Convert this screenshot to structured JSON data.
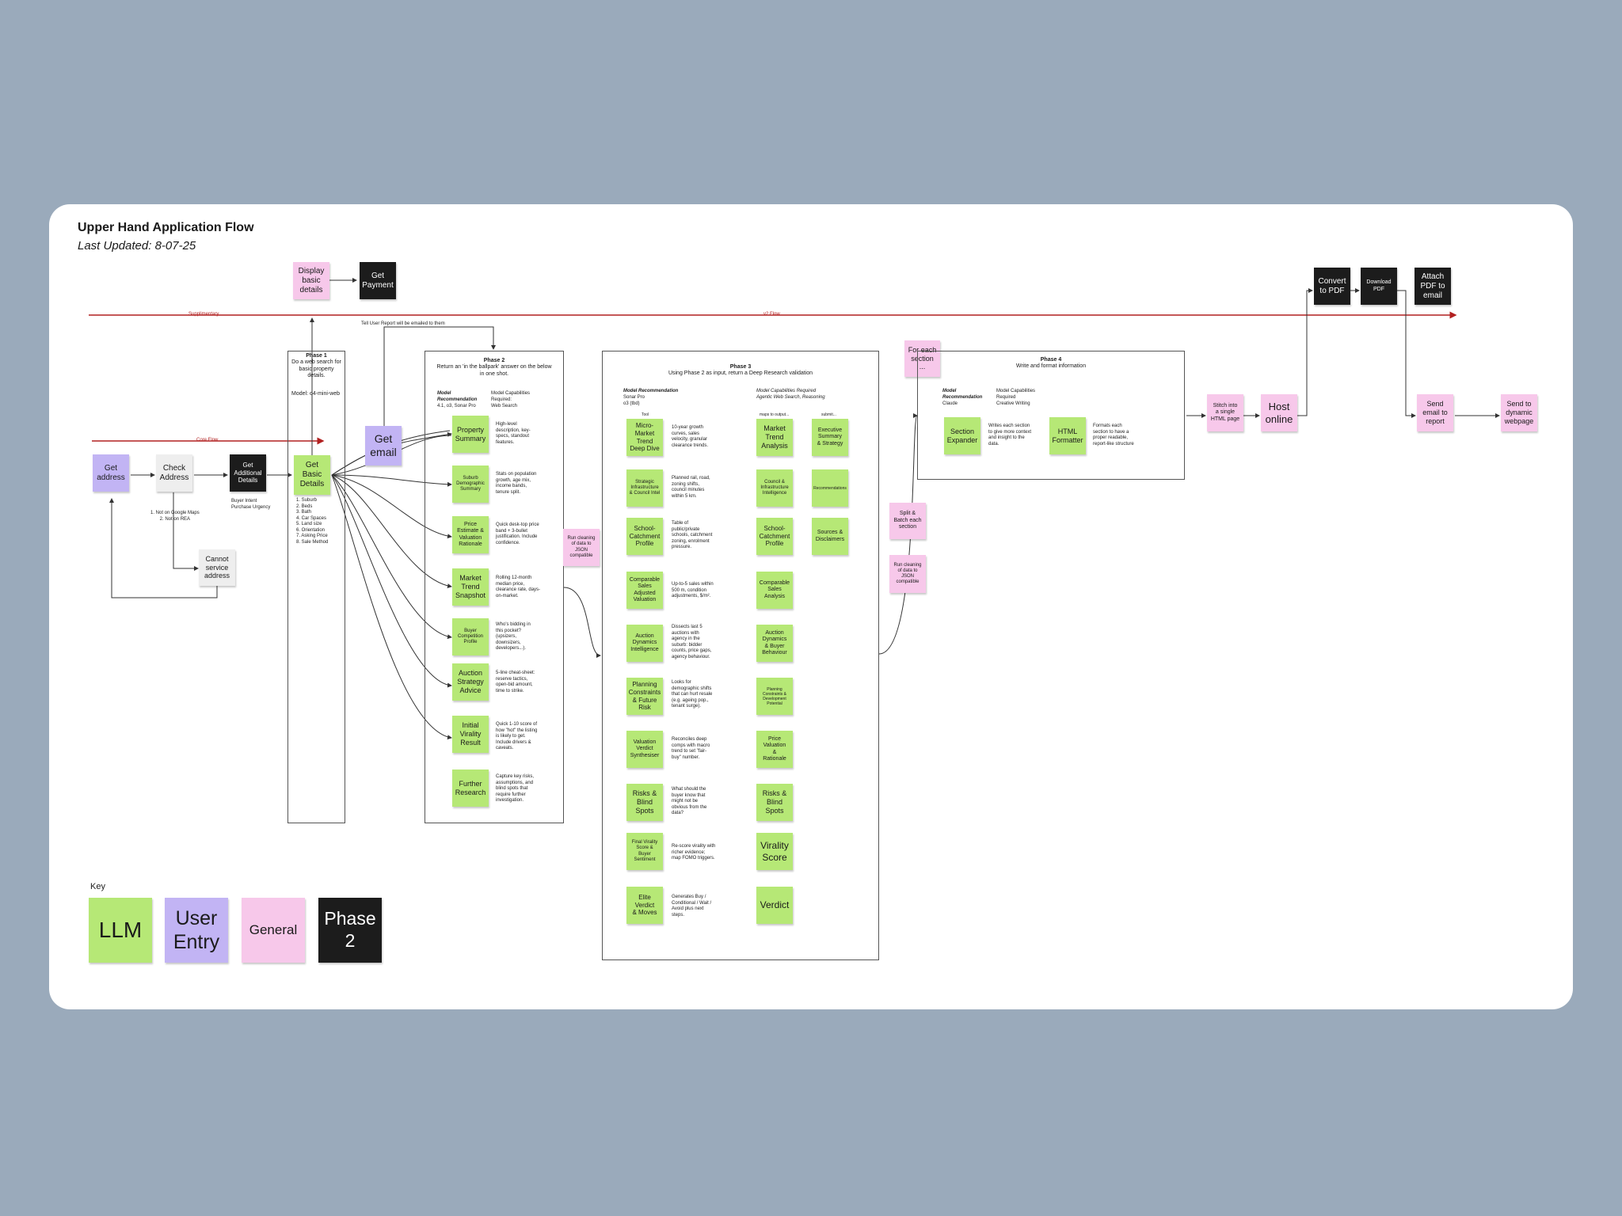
{
  "title": "Upper Hand Application Flow",
  "subtitle": "Last Updated: 8-07-25",
  "flows": {
    "supplementary": "Supplimentary",
    "v2": "v2 Flow",
    "core": "Core Flow",
    "email_note": "Tell User Report will be emailed to them"
  },
  "nodes": {
    "get_address": "Get\naddress",
    "check_address": "Check\nAddress",
    "get_additional_details": "Get\nAdditional\nDetails",
    "buyer_intent": "Buyer Intent\nPurchase Urgency",
    "check_notes": "1. Not on Google Maps\n2. Not on REA",
    "cannot_service": "Cannot\nservice\naddress",
    "get_basic_details": "Get\nBasic\nDetails",
    "basic_details_list": "1. Suburb\n2. Beds\n3. Bath\n4. Car Spaces\n5. Land size\n6. Orientation\n7. Asking Price\n8. Sale Method",
    "display_basic_details": "Display\nbasic\ndetails",
    "get_payment": "Get\nPayment",
    "get_email": "Get\nemail",
    "run_cleaning_1": "Run cleaning\nof data to\nJSON\ncompatible",
    "for_each_section": "For each\nsection\n...",
    "split_batch": "Split &\nBatch each\nsection",
    "run_cleaning_2": "Run cleaning\nof data to\nJSON\ncompatible",
    "stitch": "Stitch into\na single\nHTML page",
    "host_online": "Host\nonline",
    "convert_pdf": "Convert\nto PDF",
    "download_pdf": "Download\nPDF",
    "attach_pdf": "Attach\nPDF to\nemail",
    "send_email": "Send\nemail to\nreport",
    "send_dynamic": "Send to\ndynamic\nwebpage"
  },
  "phase1": {
    "title": "Phase 1",
    "desc": "Do a web search for\nbasic property\ndetails.",
    "model": "Model: o4-mini-web"
  },
  "phase2": {
    "title": "Phase 2",
    "desc": "Return an 'in the ballpark' answer on the below\nin one shot.",
    "model_rec_label": "Model\nRecommendation",
    "model_rec": "4.1, o3, Sonar Pro",
    "caps_label": "Model Capabilities\nRequired:",
    "caps": "Web Search",
    "items": [
      {
        "label": "Property\nSummary",
        "desc": "High-level\ndescription, key-\nspecs, standout\nfeatures."
      },
      {
        "label": "Suburb\nDemographic\nSummary",
        "desc": "Stats on population\ngrowth, age mix,\nincome bands,\ntenure split."
      },
      {
        "label": "Price\nEstimate &\nValuation\nRationale",
        "desc": "Quick desk-top price\nband + 3-bullet\njustification. Include\nconfidence."
      },
      {
        "label": "Market\nTrend\nSnapshot",
        "desc": "Rolling 12-month\nmedian price,\nclearance rate, days-\non-market."
      },
      {
        "label": "Buyer\nCompetition\nProfile",
        "desc": "Who's bidding in\nthis pocket?\n(upsizers,\ndownsizers,\ndevelopers...)."
      },
      {
        "label": "Auction\nStrategy\nAdvice",
        "desc": "5-line cheat-sheet:\nreserve tactics,\nopen-bid amount,\ntime to strike."
      },
      {
        "label": "Initial\nVirality\nResult",
        "desc": "Quick 1-10 score of\nhow \"hot\" the listing\nis likely to get.\nInclude drivers &\ncaveats."
      },
      {
        "label": "Further\nResearch",
        "desc": "Capture key risks,\nassumptions, and\nblind spots that\nrequire further\ninvestigation."
      }
    ]
  },
  "phase3": {
    "title": "Phase 3",
    "desc": "Using Phase 2 as input, return a Deep Research validation",
    "model_rec_label": "Model Recommendation",
    "model_rec": "Sonar Pro\no3 (tbd)",
    "caps_label": "Model Capabilities Required",
    "caps": "Agentic Web Search, Reasoning",
    "col_tool": "Tool",
    "col_maps": "maps to output...",
    "col_submit": "submit...",
    "tools": [
      {
        "label": "Micro-\nMarket\nTrend\nDeep Dive",
        "desc": "10-year growth\ncurves, sales\nvelocity, granular\nclearance trends."
      },
      {
        "label": "Strategic\nInfrastructure\n& Council Intel",
        "desc": "Planned rail, road,\nzoning shifts,\ncouncil minutes\nwithin 5 km."
      },
      {
        "label": "School-\nCatchment\nProfile",
        "desc": "Table of\npublic/private\nschools, catchment\nzoning, enrolment\npressure."
      },
      {
        "label": "Comparable\nSales\nAdjusted\nValuation",
        "desc": "Up-to-5 sales within\n500 m, condition\nadjustments, $/m²."
      },
      {
        "label": "Auction\nDynamics\nIntelligence",
        "desc": "Dissects last 5\nauctions with\nagency in the\nsuburb: bidder\ncounts, price gaps,\nagency behaviour."
      },
      {
        "label": "Planning\nConstraints\n& Future\nRisk",
        "desc": "Looks for\ndemographic shifts\nthat can hurt resale\n(e.g. ageing pop.,\ntenant surge)."
      },
      {
        "label": "Valuation\nVerdict\nSynthesiser",
        "desc": "Reconciles deep\ncomps with macro\ntrend to set \"fair-\nbuy\" number."
      },
      {
        "label": "Risks &\nBlind\nSpots",
        "desc": "What should the\nbuyer know that\nmight not be\nobvious from the\ndata?"
      },
      {
        "label": "Final Virality\nScore &\nBuyer\nSentiment",
        "desc": "Re-score virality with\nricher evidence;\nmap FOMO triggers."
      },
      {
        "label": "Elite\nVerdict\n& Moves",
        "desc": "Generates Buy /\nConditional / Wait /\nAvoid plus next\nsteps."
      }
    ],
    "outputs": [
      "Market\nTrend\nAnalysis",
      "Council &\nInfrastructure\nIntelligence",
      "School-\nCatchment\nProfile",
      "Comparable\nSales\nAnalysis",
      "Auction\nDynamics\n& Buyer\nBehaviour",
      "Planning\nConstraints &\nDevelopment\nPotential",
      "Price\nValuation\n&\nRationale",
      "Risks &\nBlind\nSpots",
      "Virality\nScore",
      "Verdict"
    ],
    "submits": [
      "Executive\nSummary\n& Strategy",
      "Recommendations",
      "Sources &\nDisclaimers"
    ]
  },
  "phase4": {
    "title": "Phase 4",
    "desc": "Write and format information",
    "model_rec_label": "Model\nRecommendation",
    "model_rec": "Claude",
    "caps_label": "Model Capabilities\nRequired",
    "caps": "Creative Writing",
    "items": [
      {
        "label": "Section\nExpander",
        "desc": "Writes each section\nto give more context\nand insight to the\ndata."
      },
      {
        "label": "HTML\nFormatter",
        "desc": "Formats each\nsection to have a\nproper readable,\nreport-like structure"
      }
    ]
  },
  "key": {
    "title": "Key",
    "llm": "LLM",
    "user_entry": "User\nEntry",
    "general": "General",
    "phase2": "Phase\n2"
  },
  "colors": {
    "llm": "#b6e876",
    "user_entry": "#c2b4f4",
    "general": "#f7c8ea",
    "phase2": "#1c1c1c",
    "flow_line": "#b22020"
  }
}
